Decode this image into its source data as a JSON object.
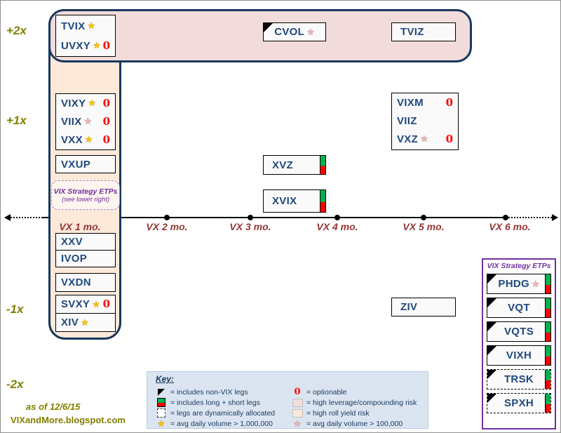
{
  "page": {
    "as_of": "as of 12/6/15",
    "site": "VIXandMore.blogspot.com"
  },
  "leverage": {
    "p2": "+2x",
    "p1": "+1x",
    "m1": "-1x",
    "m2": "-2x"
  },
  "months": {
    "m1": "VX 1 mo.",
    "m2": "VX 2 mo.",
    "m3": "VX 3 mo.",
    "m4": "VX 4 mo.",
    "m5": "VX 5 mo.",
    "m6": "VX 6 mo."
  },
  "icons": {
    "gold_star": "★",
    "pink_star": "★",
    "optionable": "0"
  },
  "etps": {
    "tvix": {
      "label": "TVIX",
      "flags": [
        "gold_star"
      ]
    },
    "uvxy": {
      "label": "UVXY",
      "flags": [
        "gold_star",
        "optionable"
      ]
    },
    "cvol": {
      "label": "CVOL",
      "flags": [
        "pink_star",
        "non_vix_legs"
      ]
    },
    "tviz": {
      "label": "TVIZ",
      "flags": []
    },
    "vixy": {
      "label": "VIXY",
      "flags": [
        "gold_star",
        "optionable"
      ]
    },
    "viix": {
      "label": "VIIX",
      "flags": [
        "pink_star",
        "optionable"
      ]
    },
    "vxx": {
      "label": "VXX",
      "flags": [
        "gold_star",
        "optionable"
      ]
    },
    "vxup": {
      "label": "VXUP",
      "flags": []
    },
    "xxv": {
      "label": "XXV",
      "flags": []
    },
    "ivop": {
      "label": "IVOP",
      "flags": []
    },
    "vxdn": {
      "label": "VXDN",
      "flags": []
    },
    "svxy": {
      "label": "SVXY",
      "flags": [
        "gold_star",
        "optionable"
      ]
    },
    "xiv": {
      "label": "XIV",
      "flags": [
        "gold_star"
      ]
    },
    "xvz": {
      "label": "XVZ",
      "flags": [
        "long_short_legs"
      ]
    },
    "xvix": {
      "label": "XVIX",
      "flags": [
        "long_short_legs"
      ]
    },
    "vixm": {
      "label": "VIXM",
      "flags": [
        "optionable"
      ]
    },
    "viiz": {
      "label": "VIIZ",
      "flags": []
    },
    "vxz": {
      "label": "VXZ",
      "flags": [
        "pink_star",
        "optionable"
      ]
    },
    "ziv": {
      "label": "ZIV",
      "flags": []
    },
    "phdg": {
      "label": "PHDG",
      "flags": [
        "pink_star",
        "non_vix_legs",
        "long_short_legs"
      ]
    },
    "vqt": {
      "label": "VQT",
      "flags": [
        "non_vix_legs",
        "long_short_legs"
      ]
    },
    "vqts": {
      "label": "VQTS",
      "flags": [
        "non_vix_legs",
        "long_short_legs"
      ]
    },
    "vixh": {
      "label": "VIXH",
      "flags": [
        "non_vix_legs",
        "long_short_legs"
      ]
    },
    "trsk": {
      "label": "TRSK",
      "flags": [
        "non_vix_legs",
        "long_short_legs",
        "dynamically_allocated"
      ]
    },
    "spxh": {
      "label": "SPXH",
      "flags": [
        "non_vix_legs",
        "long_short_legs",
        "dynamically_allocated"
      ]
    }
  },
  "strategy_note": {
    "line1": "VIX Strategy ETPs",
    "line2": "(see lower right)"
  },
  "strategy_panel": {
    "title": "VIX Strategy ETPs"
  },
  "key": {
    "title": "Key:",
    "non_vix": "= includes non-VIX legs",
    "long_short": "= includes long + short legs",
    "dynamic": "= legs are dynamically allocated",
    "gold_volume": "= avg daily volume > 1,000,000",
    "optionable": "= optionable",
    "leverage_risk": "= high leverage/compounding risk",
    "roll_risk": "= high roll yield risk",
    "pink_volume": "= avg daily volume > 100,000"
  },
  "colors": {
    "ticker_text": "#1F497D",
    "leverage_label": "#808000",
    "month_label": "#943634",
    "gold_star": "#FFC000",
    "pink_star": "#E5B8B7",
    "optionable_red": "#FF0000",
    "long_leg_green": "#00B050",
    "short_leg_red": "#FF0000",
    "high_leverage_bg": "#F2DCDB",
    "roll_yield_bg": "#FDE9D9",
    "key_bg": "#DBE5F1",
    "strategy_purple": "#7030A0",
    "container_border": "#17375E"
  }
}
